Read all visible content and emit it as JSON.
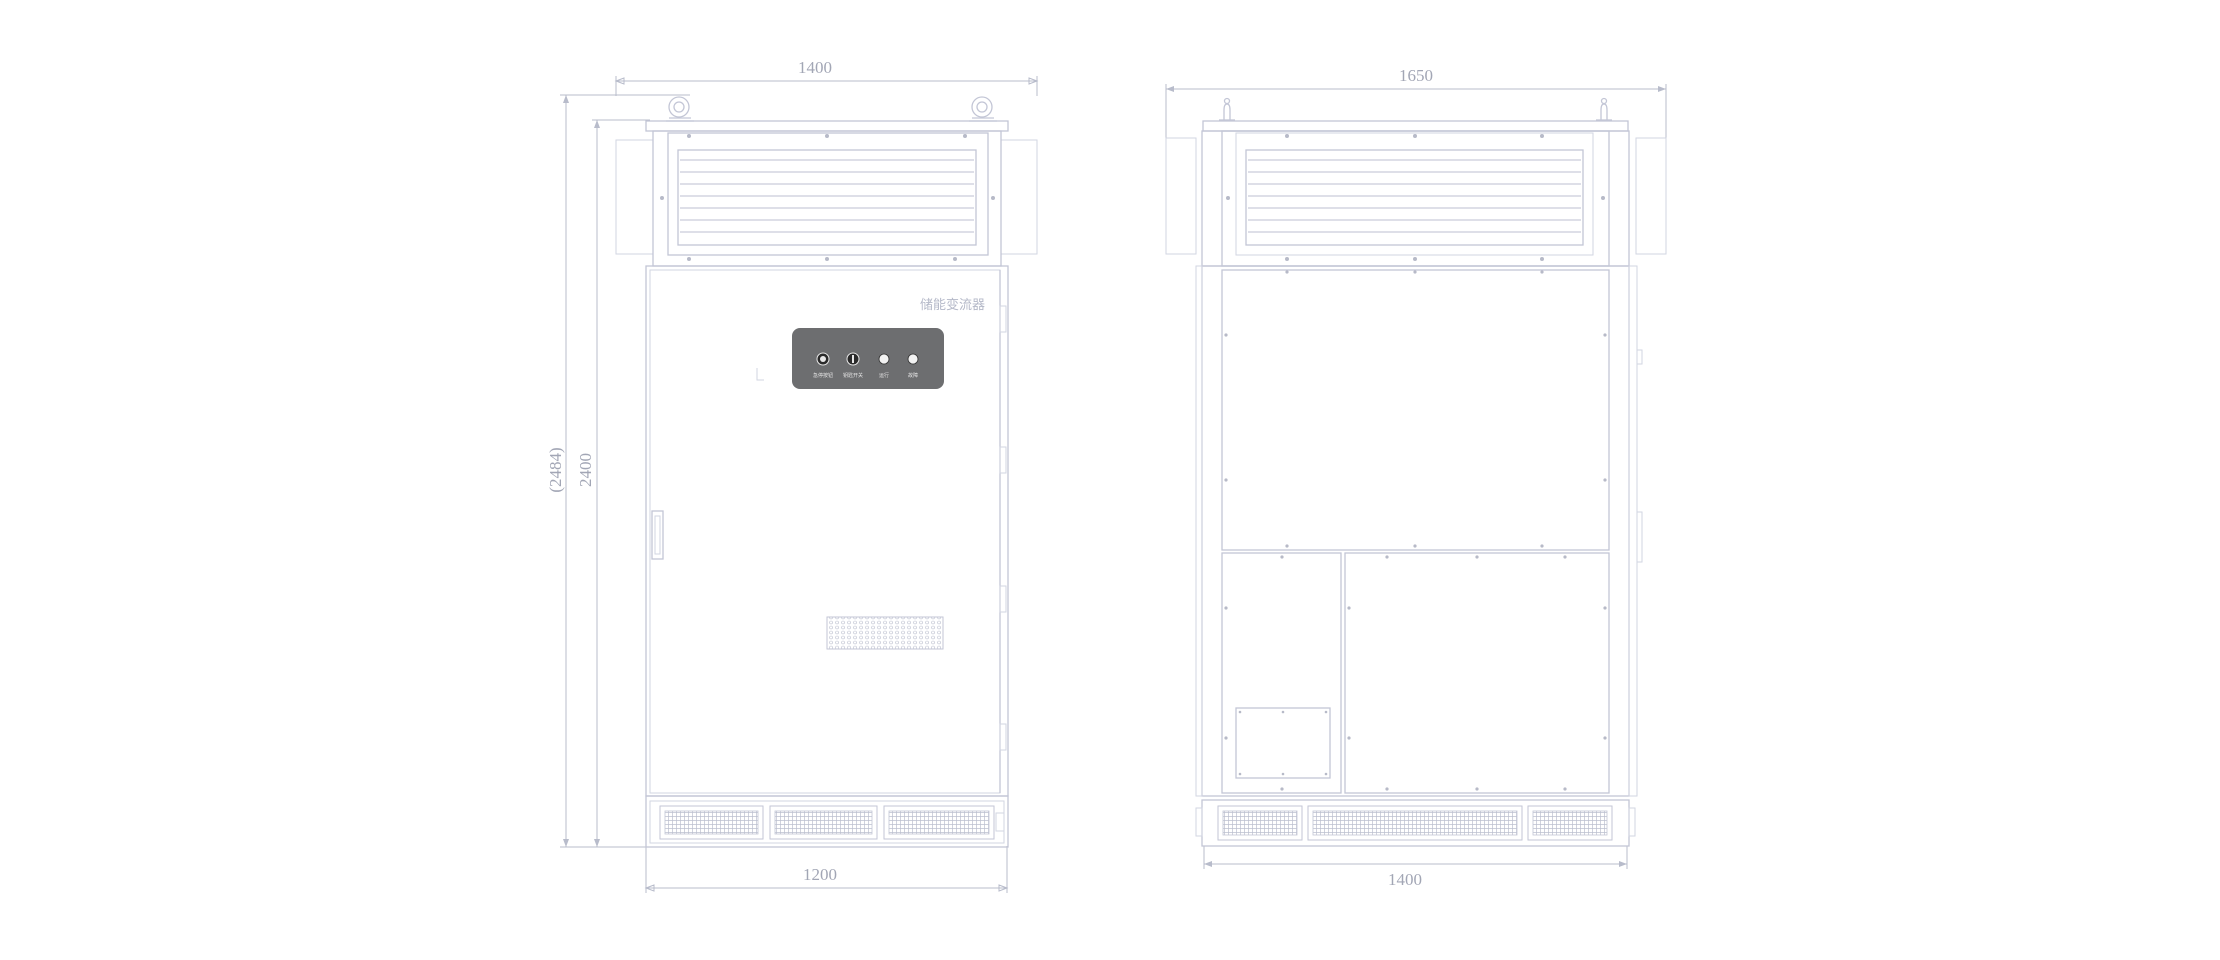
{
  "dimensions": {
    "front_width_top": "1400",
    "front_width_bottom": "1200",
    "front_height_total": "(2484)",
    "front_height_body": "2400",
    "side_width_top": "1650",
    "side_width_bottom": "1400"
  },
  "front_label": "储能变流器",
  "control_panel": {
    "labels": [
      "急停按钮",
      "钥匙开关",
      "运行",
      "故障"
    ]
  },
  "colors": {
    "line": "#c3c6d6",
    "dimension": "#b8bccb",
    "panel": "#6d6e70"
  }
}
